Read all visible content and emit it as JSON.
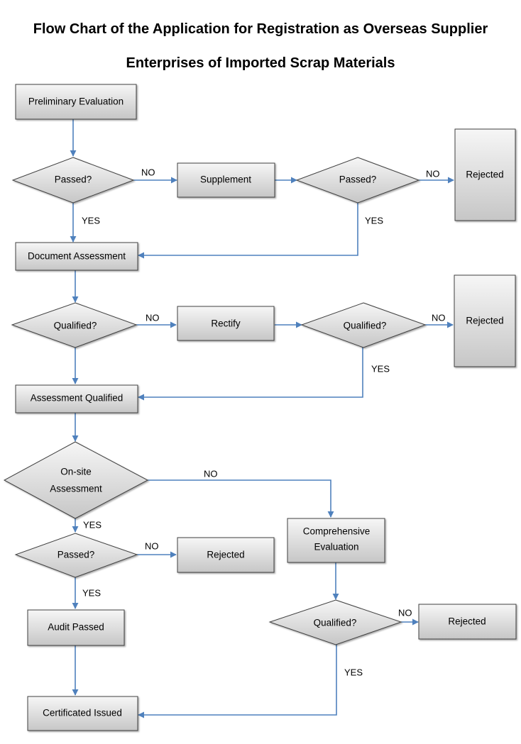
{
  "title": {
    "line1": "Flow Chart of the Application for Registration as Overseas Supplier",
    "line2": "Enterprises of Imported Scrap Materials"
  },
  "nodes": {
    "preliminary_evaluation": "Preliminary Evaluation",
    "passed_1": "Passed?",
    "supplement": "Supplement",
    "passed_2": "Passed?",
    "rejected_1": "Rejected",
    "document_assessment": "Document Assessment",
    "qualified_1": "Qualified?",
    "rectify": "Rectify",
    "qualified_2": "Qualified?",
    "rejected_2": "Rejected",
    "assessment_qualified": "Assessment Qualified",
    "onsite_line1": "On-site",
    "onsite_line2": "Assessment",
    "passed_3": "Passed?",
    "rejected_3": "Rejected",
    "comprehensive_line1": "Comprehensive",
    "comprehensive_line2": "Evaluation",
    "audit_passed": "Audit Passed",
    "qualified_3": "Qualified?",
    "rejected_4": "Rejected",
    "certificated_issued": "Certificated Issued"
  },
  "edge_labels": {
    "no": "NO",
    "yes": "YES"
  },
  "colors": {
    "arrow": "#4f81bd",
    "box_top": "#f6f6f6",
    "box_bottom": "#c9c9c9",
    "border": "#404040"
  }
}
